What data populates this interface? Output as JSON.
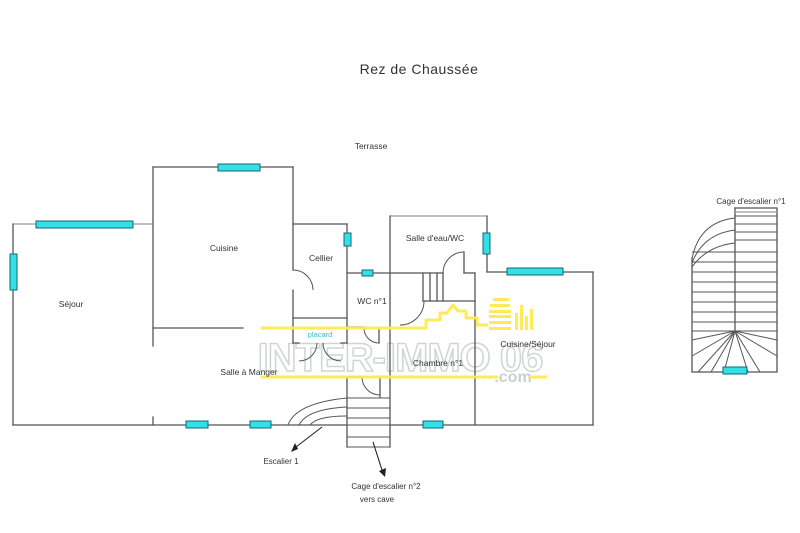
{
  "title": "Rez de Chaussée",
  "colors": {
    "background": "#ffffff",
    "wall": "#555555",
    "wall_light": "#9a9a9a",
    "window_fill": "#35dfe8",
    "window_border": "#0e6a74",
    "label": "#333333",
    "accent_yellow": "#ffe94f",
    "watermark_gray": "#c9cdcd",
    "placard_text": "#3bbecb"
  },
  "labels": {
    "terrasse": "Terrasse",
    "sejour": "Séjour",
    "cuisine": "Cuisine",
    "cellier": "Cellier",
    "salle_eau_wc": "Salle d'eau/WC",
    "wc_n1": "WC n°1",
    "placard": "placard",
    "salle_a_manger": "Salle à Manger",
    "chambre_n1": "Chambre n°1",
    "cuisine_sejour": "Cuisine/Séjour",
    "escalier_1": "Escalier 1",
    "cage_escalier_n2": "Cage d'escalier n°2",
    "vers_cave": "vers cave",
    "cage_escalier_n1": "Cage d'escalier n°1"
  },
  "watermark": {
    "brand": "INTER-IMMO 06",
    "tld": ".com"
  }
}
